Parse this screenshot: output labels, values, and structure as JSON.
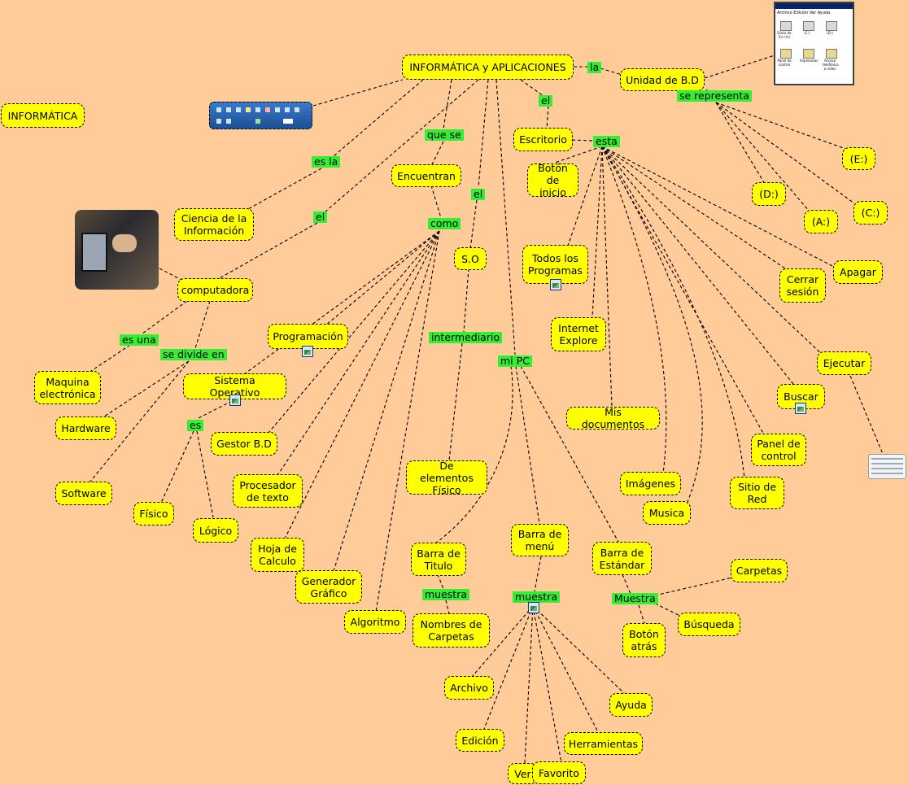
{
  "concepts": {
    "root": "INFORMÁTICA y APLICACIONES",
    "informatica": "INFORMÁTICA",
    "unidad": "Unidad de B.D",
    "e_drive": "(E:)",
    "d_drive": "(D:)",
    "a_drive": "(A:)",
    "c_drive": "(C:)",
    "escritorio": "Escritorio",
    "boton_inicio": "Botón\nde inicio",
    "todos_programas": "Todos los\nProgramas",
    "internet": "Internet\nExplore",
    "mis_documentos": "Mis documentos",
    "cerrar_sesion": "Cerrar\nsesión",
    "apagar": "Apagar",
    "ejecutar": "Ejecutar",
    "buscar": "Buscar",
    "panel_control": "Panel de\ncontrol",
    "sitio_red": "Sitio de\nRed",
    "imagenes": "Imágenes",
    "musica": "Musica",
    "encuentran": "Encuentran",
    "ciencia": "Ciencia de la\nInformación",
    "computadora": "computadora",
    "so": "S.O",
    "programacion": "Programación",
    "sistema_operativo": "Sistema Operativo",
    "maquina": "Maquina\nelectrónica",
    "hardware": "Hardware",
    "software": "Software",
    "fisico": "Físico",
    "logico": "Lógico",
    "gestor": "Gestor B.D",
    "procesador": "Procesador\nde texto",
    "hoja": "Hoja de\nCalculo",
    "generador": "Generador\nGráfico",
    "algoritmo": "Algoritmo",
    "elementos_fisico": "De elementos\nFísico",
    "barra_titulo": "Barra de\nTitulo",
    "barra_menu": "Barra de\nmenú",
    "barra_estandar": "Barra de\nEstándar",
    "carpetas": "Carpetas",
    "busqueda": "Búsqueda",
    "boton_atras": "Botón\natrás",
    "nombres_carpetas": "Nombres de\nCarpetas",
    "archivo": "Archivo",
    "edicion": "Edición",
    "ver": "Ver",
    "favorito": "Favorito",
    "herramientas": "Herramientas",
    "ayuda": "Ayuda"
  },
  "links": {
    "la": "la",
    "el_escritorio": "el",
    "se_representa": "se representa",
    "que_se": "que se",
    "es_la": "es la",
    "esta": "esta",
    "el_so": "el",
    "el_computadora": "el",
    "como": "como",
    "intermediario": "intermediario",
    "es_una": "es una",
    "se_divide_en": "se divide en",
    "mi_pc": "mi PC",
    "es": "es",
    "muestra_titulo": "muestra",
    "muestra_menu": "muestra",
    "muestra_estandar": "Muestra"
  },
  "images": {
    "window_menu": "Archivo  Edición  Ver  Ayuda",
    "window_labels": [
      "Disco de 3½ (A:)",
      "(C:)",
      "(D:)",
      "Panel de control",
      "Impresoras",
      "Acceso telefónico a redes"
    ]
  },
  "colors": {
    "background": "#ffcc99",
    "concept_fill": "#ffff00",
    "link_label_fill": "#33ee33"
  }
}
